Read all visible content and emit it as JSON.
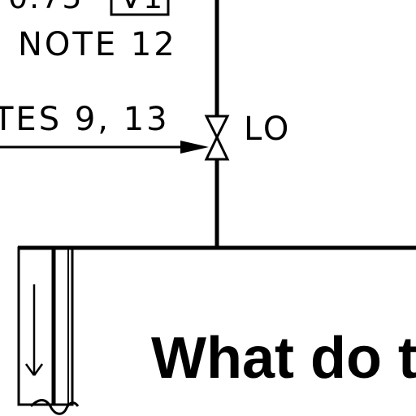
{
  "drawing": {
    "top_partial_text": "0.75",
    "top_partial_box_text": "V1",
    "note_label": "NOTE  12",
    "notes_label": "TES  9,  13",
    "valve_tag": "LO",
    "overlay_caption": "What do t"
  },
  "colors": {
    "ink": "#000000",
    "background": "#ffffff"
  }
}
